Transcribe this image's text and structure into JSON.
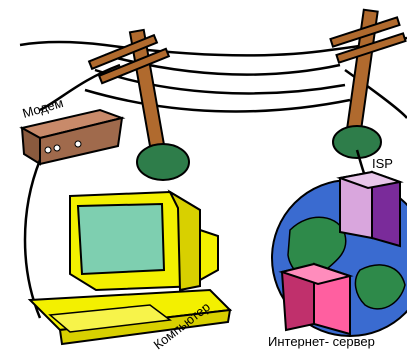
{
  "labels": {
    "modem": "Модем",
    "isp": "ISP",
    "computer": "Компьютер",
    "server": "Интернет- сервер"
  },
  "colors": {
    "pole": "#b06a2e",
    "pole_base": "#2e7d4a",
    "modem_body": "#a06a4c",
    "monitor": "#f3f000",
    "screen": "#7ecfb0",
    "globe_ocean": "#3a6bd0",
    "globe_land": "#2e8a4a",
    "isp_box_light": "#d9a6dd",
    "isp_box_dark": "#7a2b9a",
    "server_light": "#ff5fa0",
    "server_dark": "#c0306c"
  },
  "icons": {
    "pole_left": "utility-pole",
    "pole_right": "utility-pole",
    "modem": "modem-device",
    "computer": "desktop-computer",
    "globe": "earth-globe",
    "isp": "isp-server-box",
    "server": "internet-server-box"
  }
}
